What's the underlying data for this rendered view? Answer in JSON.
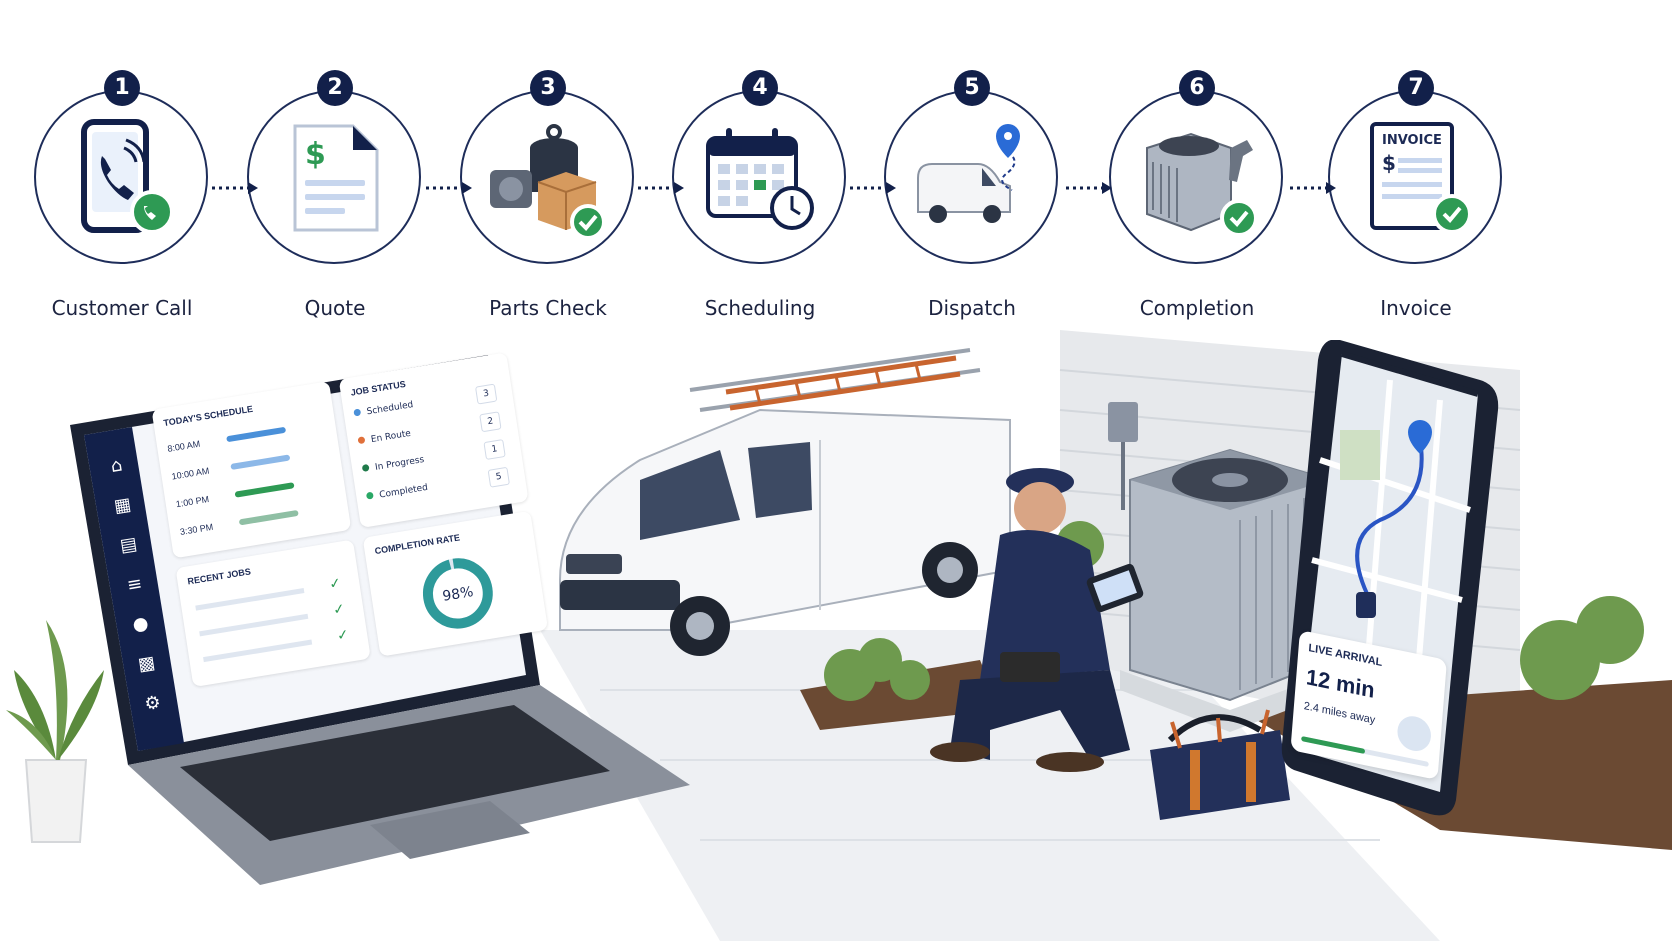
{
  "steps": [
    {
      "num": "1",
      "label": "Customer Call",
      "icon": "phone-call-icon"
    },
    {
      "num": "2",
      "label": "Quote",
      "icon": "quote-document-icon"
    },
    {
      "num": "3",
      "label": "Parts Check",
      "icon": "parts-box-icon"
    },
    {
      "num": "4",
      "label": "Scheduling",
      "icon": "calendar-icon"
    },
    {
      "num": "5",
      "label": "Dispatch",
      "icon": "van-route-icon"
    },
    {
      "num": "6",
      "label": "Completion",
      "icon": "ac-unit-wrench-icon"
    },
    {
      "num": "7",
      "label": "Invoice",
      "icon": "invoice-icon"
    }
  ],
  "icon_text": {
    "dollar": "$",
    "invoice_heading": "INVOICE"
  },
  "dashboard": {
    "schedule_title": "TODAY'S SCHEDULE",
    "schedule_times": [
      "8:00 AM",
      "10:00 AM",
      "1:00 PM",
      "3:30 PM"
    ],
    "job_status_title": "JOB STATUS",
    "job_status": [
      {
        "label": "Scheduled",
        "count": "3",
        "color": "#4a90d9"
      },
      {
        "label": "En Route",
        "count": "2",
        "color": "#e0703a"
      },
      {
        "label": "In Progress",
        "count": "1",
        "color": "#1f7a4a"
      },
      {
        "label": "Completed",
        "count": "5",
        "color": "#2aa866"
      }
    ],
    "recent_jobs_title": "RECENT JOBS",
    "completion_title": "COMPLETION RATE",
    "completion_value": "98%",
    "completion_fraction": 0.98
  },
  "phone": {
    "live_title": "LIVE ARRIVAL",
    "eta": "12 min",
    "distance": "2.4 miles away"
  },
  "colors": {
    "navy": "#12204a",
    "green": "#2e9a54",
    "accent_blue": "#3a78d8"
  }
}
